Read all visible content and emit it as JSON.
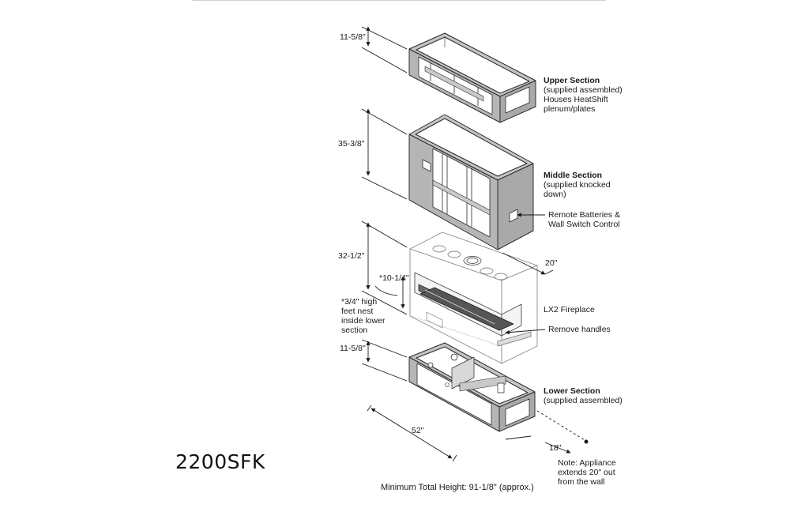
{
  "model": "2200SFK",
  "caption": "Minimum Total Height: 91-1/8\" (approx.)",
  "sections": {
    "upper": {
      "title": "Upper Section",
      "lines": [
        "(supplied assembled)",
        "Houses HeatShift",
        "plenum/plates"
      ]
    },
    "middle": {
      "title": "Middle Section",
      "lines": [
        "(supplied knocked",
        "down)"
      ]
    },
    "fireplace": {
      "title": "LX2 Fireplace"
    },
    "lower": {
      "title": "Lower Section",
      "lines": [
        "(supplied assembled)"
      ]
    }
  },
  "callouts": {
    "remote": [
      "Remote Batteries &",
      "Wall Switch Control"
    ],
    "handles": "Remove handles",
    "feet": [
      "*3/4\" high",
      "feet nest",
      "inside lower",
      "section"
    ],
    "note": [
      "Note: Appliance",
      "extends 20\" out",
      "from the wall"
    ]
  },
  "dimensions": {
    "upper_height": "11-5/8\"",
    "middle_height": "35-3/8\"",
    "fireplace_height": "32-1/2\"",
    "nest_height": "*10-1/4\"",
    "lower_height": "11-5/8\"",
    "middle_depth": "20\"",
    "width": "52\"",
    "lower_depth": "18\""
  }
}
